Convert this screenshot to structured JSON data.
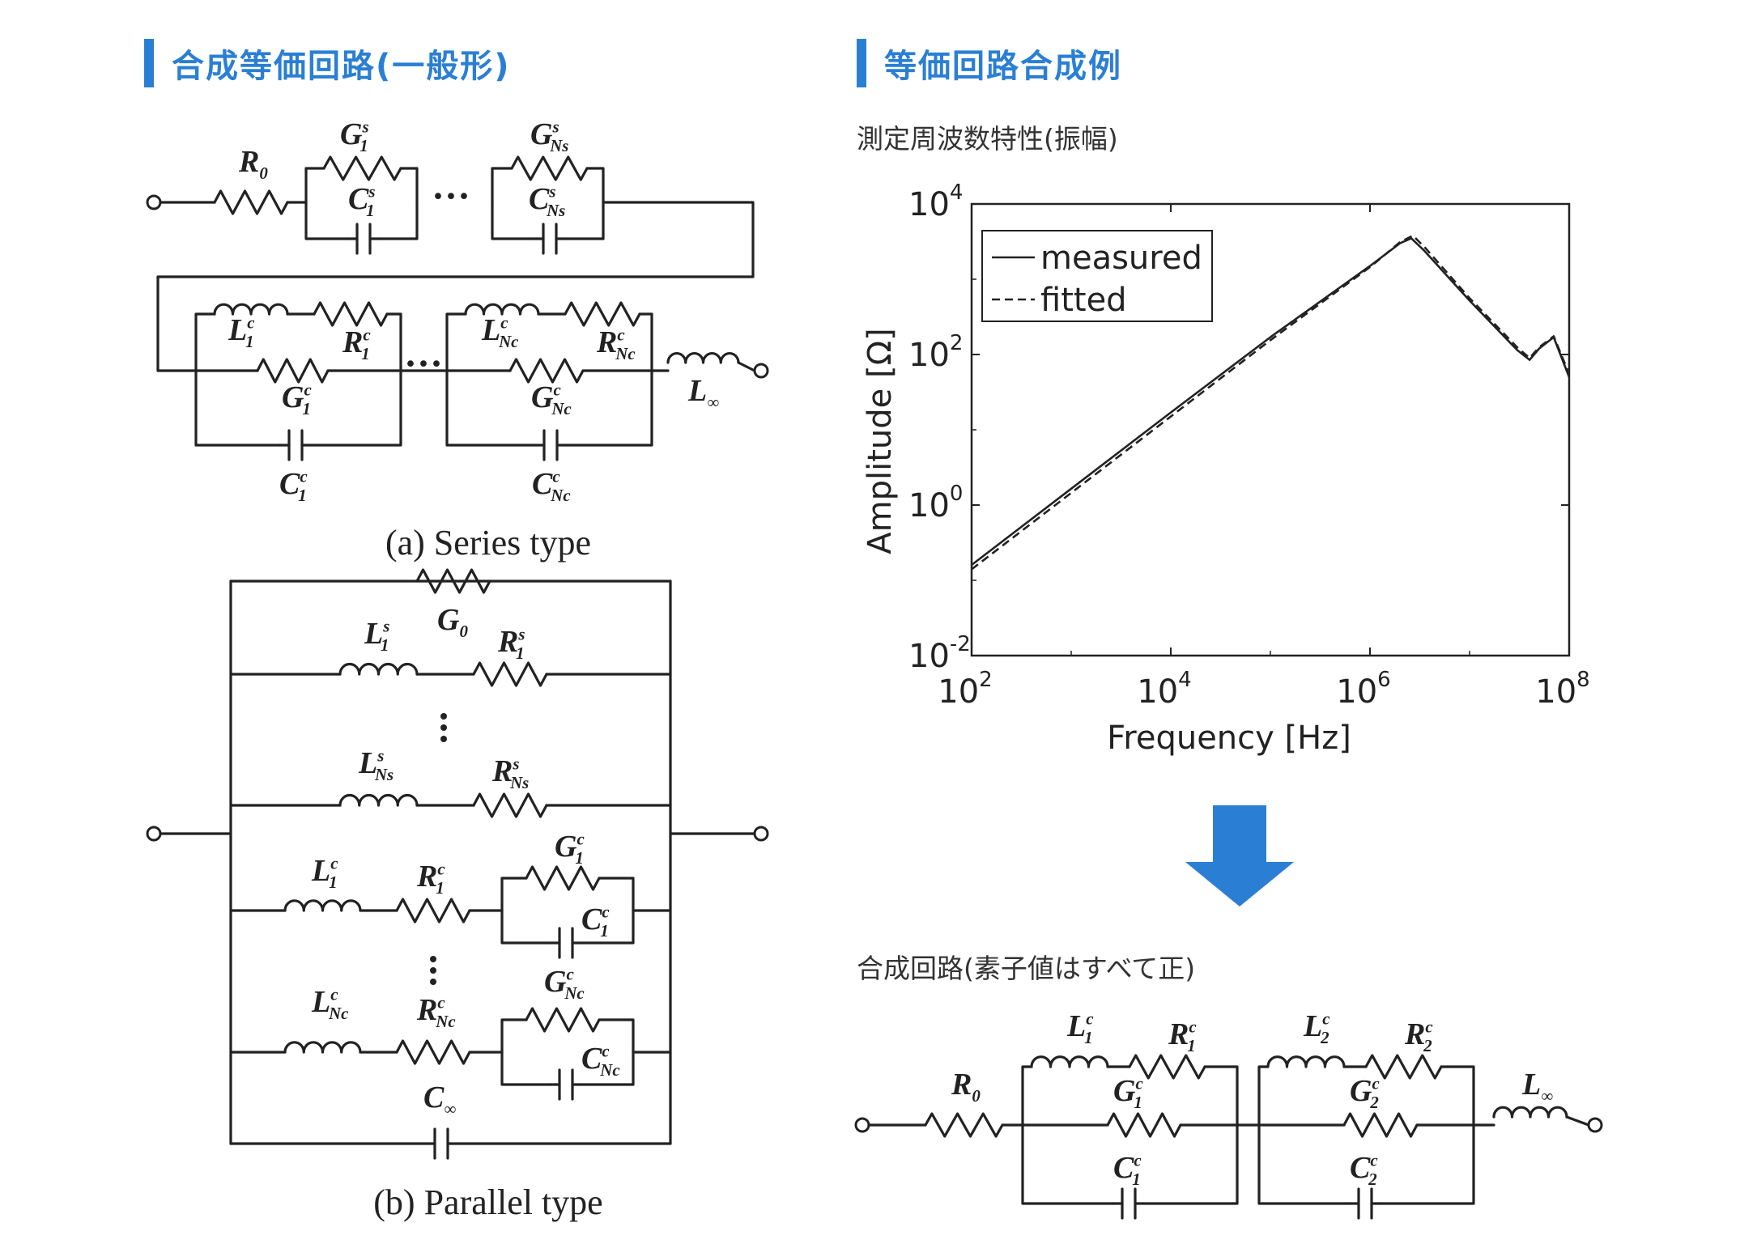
{
  "left_heading": "合成等価回路(一般形)",
  "right_heading": "等価回路合成例",
  "freq_caption": "測定周波数特性(振幅)",
  "result_caption": "合成回路(素子値はすべて正)",
  "series_caption": "(a) Series type",
  "parallel_caption": "(b) Parallel type",
  "accent_color": "#2a7fd4",
  "arrow_icon": "arrow-down-icon",
  "chart_data": {
    "type": "line",
    "title": "",
    "xlabel": "Frequency [Hz]",
    "ylabel": "Amplitude [Ω]",
    "xscale": "log",
    "yscale": "log",
    "xlim": [
      100,
      100000000
    ],
    "ylim": [
      0.01,
      10000
    ],
    "xticks": [
      "10^2",
      "10^4",
      "10^6",
      "10^8"
    ],
    "yticks": [
      "10^-2",
      "10^0",
      "10^2",
      "10^4"
    ],
    "legend_position": "top-left",
    "series": [
      {
        "name": "measured",
        "style": "solid",
        "x": [
          100,
          1000,
          10000,
          100000,
          1000000,
          2000000,
          2600000,
          3500000,
          10000000,
          30000000,
          40000000,
          50000000,
          70000000,
          100000000
        ],
        "y": [
          0.16,
          1.65,
          17,
          170,
          1500,
          3000,
          3500,
          2400,
          520,
          115,
          85,
          120,
          170,
          50
        ]
      },
      {
        "name": "fitted",
        "style": "dashed",
        "x": [
          100,
          1000,
          10000,
          100000,
          1000000,
          2000000,
          2700000,
          3600000,
          10000000,
          30000000,
          40000000,
          50000000,
          70000000,
          100000000
        ],
        "y": [
          0.14,
          1.45,
          15,
          155,
          1450,
          3100,
          3800,
          2600,
          560,
          125,
          90,
          125,
          175,
          55
        ]
      }
    ]
  },
  "labels": {
    "R0": "R",
    "R0_sub": "0",
    "G1s": "G",
    "G1s_sup": "s",
    "G1s_sub": "1",
    "C1s": "C",
    "C1s_sup": "s",
    "C1s_sub": "1",
    "GNs": "G",
    "GNs_sup": "s",
    "GNs_sub": "Ns",
    "CNs": "C",
    "CNs_sup": "s",
    "CNs_sub": "Ns",
    "dots": "···",
    "L1c": "L",
    "L1c_sup": "c",
    "L1c_sub": "1",
    "R1c": "R",
    "R1c_sup": "c",
    "R1c_sub": "1",
    "G1c": "G",
    "G1c_sup": "c",
    "G1c_sub": "1",
    "C1c": "C",
    "C1c_sup": "c",
    "C1c_sub": "1",
    "LNc": "L",
    "LNc_sup": "c",
    "LNc_sub": "Nc",
    "RNc": "R",
    "RNc_sup": "c",
    "RNc_sub": "Nc",
    "GNc": "G",
    "GNc_sup": "c",
    "GNc_sub": "Nc",
    "CNc": "C",
    "CNc_sup": "c",
    "CNc_sub": "Nc",
    "Linf": "L",
    "Linf_sub": "∞",
    "G0": "G",
    "G0_sub": "0",
    "L1s": "L",
    "L1s_sup": "s",
    "L1s_sub": "1",
    "R1s": "R",
    "R1s_sup": "s",
    "R1s_sub": "1",
    "LNs": "L",
    "LNs_sup": "s",
    "LNs_sub": "Ns",
    "RNs": "R",
    "RNs_sup": "s",
    "RNs_sub": "Ns",
    "Cinf": "C",
    "Cinf_sub": "∞",
    "L2c": "L",
    "L2c_sup": "c",
    "L2c_sub": "2",
    "R2c": "R",
    "R2c_sup": "c",
    "R2c_sub": "2",
    "G2c": "G",
    "G2c_sup": "c",
    "G2c_sub": "2",
    "C2c": "C",
    "C2c_sup": "c",
    "C2c_sub": "2"
  }
}
